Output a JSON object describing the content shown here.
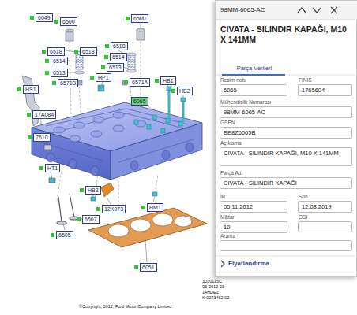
{
  "diagram": {
    "nodes": [
      {
        "text": [
          "6049"
        ]
      },
      {
        "text": [
          "6500"
        ]
      },
      {
        "text": [
          "6500"
        ]
      },
      {
        "text": [
          "6518"
        ]
      },
      {
        "text": [
          "6518"
        ]
      },
      {
        "text": [
          "6518"
        ]
      },
      {
        "text": [
          "6514"
        ]
      },
      {
        "text": [
          "6514"
        ]
      },
      {
        "text": [
          "6513"
        ]
      },
      {
        "text": [
          "6513"
        ]
      },
      {
        "text": [
          "HP1"
        ]
      },
      {
        "text": [
          "HB1"
        ]
      },
      {
        "text": [
          "6571B"
        ]
      },
      {
        "text": [
          "6571A"
        ]
      },
      {
        "text": [
          "HB2"
        ]
      },
      {
        "text": [
          "HS1"
        ]
      },
      {
        "text": [
          "6065"
        ]
      },
      {
        "text": [
          "17A084"
        ]
      },
      {
        "text": [
          "7610"
        ]
      },
      {
        "text": [
          "HT1"
        ]
      },
      {
        "text": [
          "HB3"
        ]
      },
      {
        "text": [
          "12K073"
        ]
      },
      {
        "text": [
          "HM1"
        ]
      },
      {
        "text": [
          "6507"
        ]
      },
      {
        "text": [
          "6505"
        ]
      },
      {
        "text": [
          "6051"
        ]
      },
      {
        "text": [
          "98MM-6065-AC",
          "CIVATA - SILINDIR KAPAĞI, M10 X 141MM",
          "Parça Verileri",
          "Fiyatlandırma"
        ]
      },
      {
        "text": [
          "Resim notu",
          "6065"
        ],
        "in": 26
      },
      {
        "text": [
          "FINIS",
          "1765604"
        ],
        "in": 26
      },
      {
        "text": [
          "Mühendislik Numarası",
          "98MM-6065-AC"
        ],
        "in": 26
      },
      {
        "text": [
          "GSPN",
          "BE8Z6065B"
        ],
        "in": 26
      },
      {
        "text": [
          "Açıklama",
          "CIVATA - SILINDIR KAPAĞI, M10 X 141MM"
        ],
        "in": 26
      },
      {
        "text": [
          "Parça Adı",
          "CIVATA - SILINDIR KAPAĞI"
        ],
        "in": 26
      },
      {
        "text": [
          "İlk",
          "05.11.2012"
        ],
        "in": 26
      },
      {
        "text": [
          "Son",
          "12.08.2019"
        ],
        "in": 26
      },
      {
        "text": [
          "Miktar",
          "10"
        ],
        "in": 26
      },
      {
        "text": [
          "OSI"
        ],
        "in": 26
      },
      {
        "text": [
          "Arama"
        ],
        "in": 26
      }
    ],
    "labels": [
      "3030115C",
      "06-2012 23",
      "14HDEZ",
      "K:0273462 02",
      "©Copyright, 2012, Ford Motor Company Limited"
    ]
  }
}
